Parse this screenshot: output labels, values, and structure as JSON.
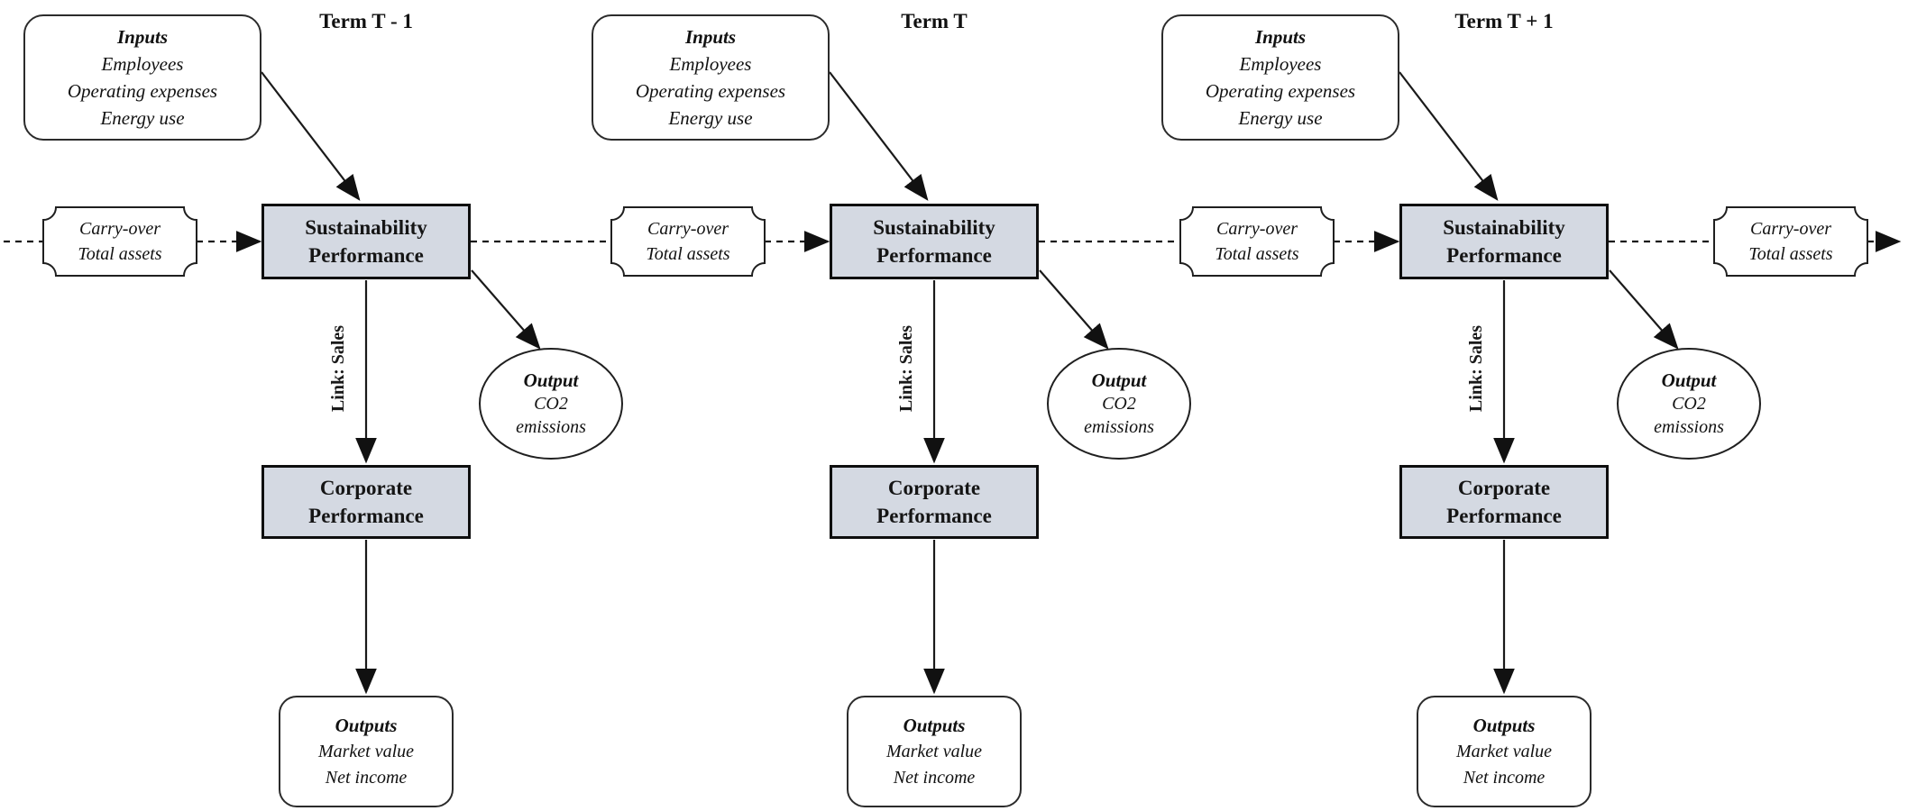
{
  "colors": {
    "performance_box_fill": "#d4d9e2",
    "performance_box_border": "#0e0e0e",
    "line_color": "#1a1a1a",
    "background": "#ffffff"
  },
  "diagram": {
    "terms": [
      {
        "term_label": "Term T - 1",
        "inputs": {
          "title": "Inputs",
          "item1": "Employees",
          "item2": "Operating expenses",
          "item3": "Energy use"
        },
        "carry_over": {
          "line1": "Carry-over",
          "line2": "Total assets"
        },
        "sustainability": {
          "line1": "Sustainability",
          "line2": "Performance"
        },
        "link_label": "Link: Sales",
        "output": {
          "title": "Output",
          "line1": "CO2",
          "line2": "emissions"
        },
        "corporate": {
          "line1": "Corporate",
          "line2": "Performance"
        },
        "outputs": {
          "title": "Outputs",
          "item1": "Market value",
          "item2": "Net income"
        }
      },
      {
        "term_label": "Term T",
        "inputs": {
          "title": "Inputs",
          "item1": "Employees",
          "item2": "Operating expenses",
          "item3": "Energy use"
        },
        "carry_over": {
          "line1": "Carry-over",
          "line2": "Total assets"
        },
        "sustainability": {
          "line1": "Sustainability",
          "line2": "Performance"
        },
        "link_label": "Link: Sales",
        "output": {
          "title": "Output",
          "line1": "CO2",
          "line2": "emissions"
        },
        "corporate": {
          "line1": "Corporate",
          "line2": "Performance"
        },
        "outputs": {
          "title": "Outputs",
          "item1": "Market value",
          "item2": "Net income"
        }
      },
      {
        "term_label": "Term T + 1",
        "inputs": {
          "title": "Inputs",
          "item1": "Employees",
          "item2": "Operating expenses",
          "item3": "Energy use"
        },
        "carry_over": {
          "line1": "Carry-over",
          "line2": "Total assets"
        },
        "sustainability": {
          "line1": "Sustainability",
          "line2": "Performance"
        },
        "link_label": "Link: Sales",
        "output": {
          "title": "Output",
          "line1": "CO2",
          "line2": "emissions"
        },
        "corporate": {
          "line1": "Corporate",
          "line2": "Performance"
        },
        "outputs": {
          "title": "Outputs",
          "item1": "Market value",
          "item2": "Net income"
        }
      }
    ],
    "trailing_carry_over": {
      "line1": "Carry-over",
      "line2": "Total assets"
    }
  }
}
